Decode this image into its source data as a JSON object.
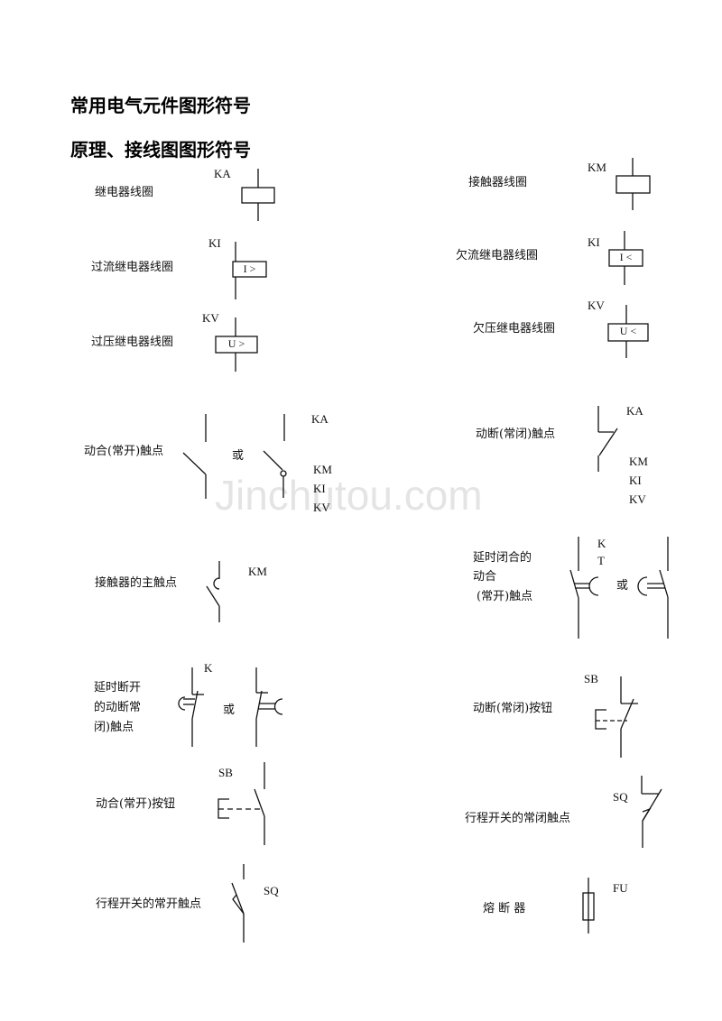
{
  "title": "常用电气元件图形符号",
  "subtitle": "原理、接线图图形符号",
  "watermark": "Jinchutou.com",
  "or": "或",
  "items": {
    "relay_coil": {
      "label": "继电器线圈",
      "code": "KA"
    },
    "contactor_coil": {
      "label": "接触器线圈",
      "code": "KM"
    },
    "overcurrent_coil": {
      "label": "过流继电器线圈",
      "code": "KI",
      "symbol": "I >"
    },
    "undercurrent_coil": {
      "label": "欠流继电器线圈",
      "code": "KI",
      "symbol": "I <"
    },
    "overvoltage_coil": {
      "label": "过压继电器线圈",
      "code": "KV",
      "symbol": "U >"
    },
    "undervoltage_coil": {
      "label": "欠压继电器线圈",
      "code": "KV",
      "symbol": "U <"
    },
    "no_contact": {
      "label": "动合(常开)触点",
      "codes": [
        "KA",
        "KM",
        "KI",
        "KV"
      ]
    },
    "nc_contact": {
      "label": "动断(常闭)触点",
      "codes": [
        "KA",
        "KM",
        "KI",
        "KV"
      ]
    },
    "main_contact": {
      "label": "接触器的主触点",
      "code": "KM"
    },
    "delay_close": {
      "lines": [
        "延时闭合的",
        "动合",
        "(常开)触点"
      ],
      "codes": [
        "K",
        "T"
      ]
    },
    "delay_open": {
      "lines": [
        "延时断开",
        "的动断常",
        "闭)触点"
      ],
      "code": "K"
    },
    "nc_button": {
      "label": "动断(常闭)按钮",
      "code": "SB"
    },
    "no_button": {
      "label": "动合(常开)按钮",
      "code": "SB"
    },
    "limit_nc": {
      "label": "行程开关的常闭触点",
      "code": "SQ"
    },
    "limit_no": {
      "label": "行程开关的常开触点",
      "code": "SQ"
    },
    "fuse": {
      "label": "熔 断 器",
      "code": "FU"
    }
  }
}
